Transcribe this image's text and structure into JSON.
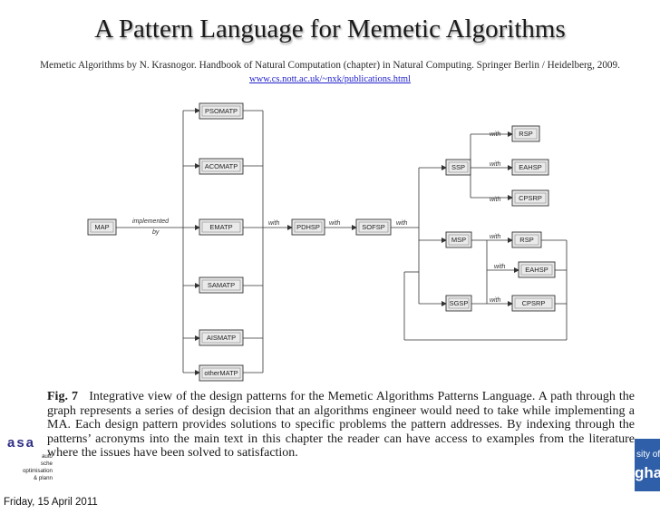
{
  "slide": {
    "title": "A Pattern Language for Memetic Algorithms",
    "subtitle": "Memetic Algorithms by N. Krasnogor. Handbook of Natural Computation (chapter) in Natural Computing. Springer Berlin / Heidelberg, 2009.",
    "url": "www.cs.nott.ac.uk/~nxk/publications.html",
    "footer": "Friday, 15 April 2011"
  },
  "diagram": {
    "nodes": {
      "map": "MAP",
      "psomatp": "PSOMATP",
      "acomatp": "ACOMATP",
      "ematp": "EMATP",
      "samatp": "SAMATP",
      "aismatp": "AISMATP",
      "othermatp": "otherMATP",
      "pdhsp": "PDHSP",
      "sofsp": "SOFSP",
      "ssp": "SSP",
      "msp": "MSP",
      "sgsp": "SGSP",
      "rsp1": "RSP",
      "eahsp1": "EAHSP",
      "cpsrp1": "CPSRP",
      "rsp2": "RSP",
      "eahsp2": "EAHSP",
      "cpsrp2": "CPSRP"
    },
    "edge_labels": {
      "implemented": "implemented",
      "by": "by",
      "with": "with"
    }
  },
  "caption": {
    "fig_label": "Fig. 7",
    "heading": "Integrative view of the design patterns for the Memetic Algorithms Patterns Language.",
    "body": "A path through the graph represents a series of design decision that an algorithms engineer would need to take while implementing a MA. Each design pattern provides solutions to specific problems the pattern addresses. By indexing through the patterns’ acronyms into the main text in this chapter the reader can have access to examples from the literature where the issues have been solved to satisfaction."
  },
  "logos": {
    "left_mark": "asa",
    "left_words": [
      "auto",
      "sche",
      "optimisation",
      "& plann"
    ],
    "right_top": "sity of",
    "right_bottom": "gham"
  }
}
